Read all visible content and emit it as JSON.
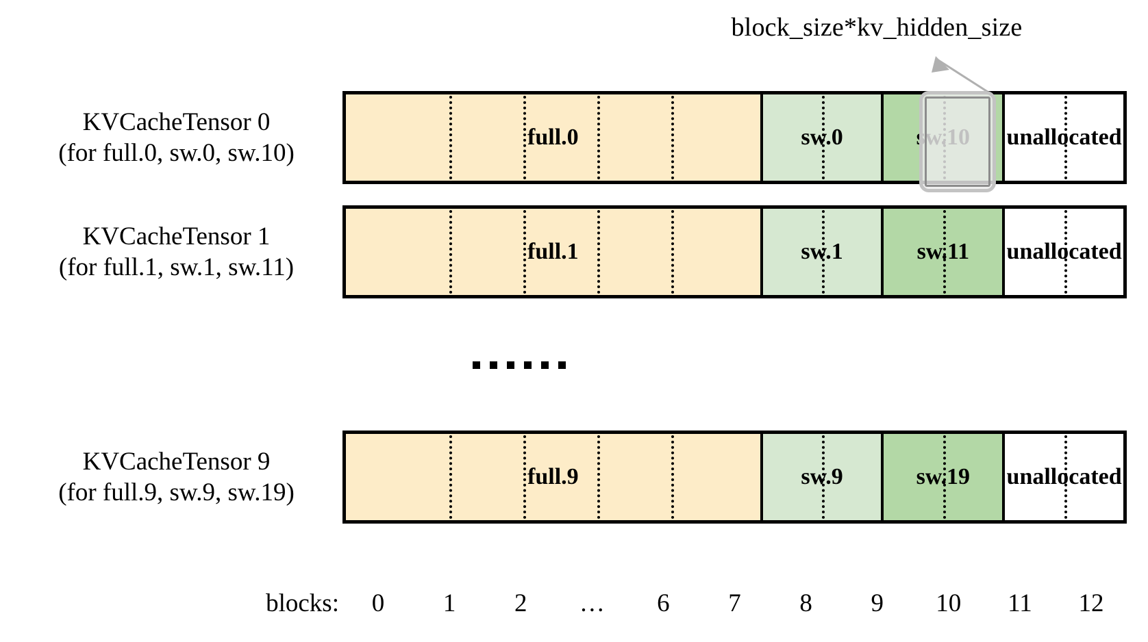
{
  "annotation": {
    "callout_text": "block_size*kv_hidden_size",
    "arrow_name": "callout-arrow",
    "highlight_name": "unallocated-highlight-box"
  },
  "colors": {
    "full_block": "#fdecc8",
    "sw_light_block": "#d6e8d1",
    "sw_dark_block": "#b3d8a6",
    "unallocated_block": "#ffffff",
    "outline": "#000000",
    "callout_border": "#c3c3c3",
    "callout_fill": "#ebebeb"
  },
  "rows": [
    {
      "title": "KVCacheTensor 0",
      "subtitle": "(for full.0, sw.0, sw.10)",
      "cells": [
        {
          "label": "full.0",
          "kind": "full",
          "blocks": 7
        },
        {
          "label": "sw.0",
          "kind": "sw-light",
          "blocks": 2
        },
        {
          "label": "sw.10",
          "kind": "sw-dark",
          "blocks": 2
        },
        {
          "label": "unallocated",
          "kind": "unalloc",
          "blocks": 2
        }
      ]
    },
    {
      "title": "KVCacheTensor 1",
      "subtitle": "(for full.1, sw.1, sw.11)",
      "cells": [
        {
          "label": "full.1",
          "kind": "full",
          "blocks": 7
        },
        {
          "label": "sw.1",
          "kind": "sw-light",
          "blocks": 2
        },
        {
          "label": "sw.11",
          "kind": "sw-dark",
          "blocks": 2
        },
        {
          "label": "unallocated",
          "kind": "unalloc",
          "blocks": 2
        }
      ]
    },
    {
      "title": "KVCacheTensor 9",
      "subtitle": "(for full.9, sw.9, sw.19)",
      "cells": [
        {
          "label": "full.9",
          "kind": "full",
          "blocks": 7
        },
        {
          "label": "sw.9",
          "kind": "sw-light",
          "blocks": 2
        },
        {
          "label": "sw.19",
          "kind": "sw-dark",
          "blocks": 2
        },
        {
          "label": "unallocated",
          "kind": "unalloc",
          "blocks": 2
        }
      ]
    }
  ],
  "ellipsis": "......",
  "axis": {
    "title": "blocks:",
    "ticks": [
      "0",
      "1",
      "2",
      "…",
      "6",
      "7",
      "8",
      "9",
      "10",
      "11",
      "12"
    ]
  }
}
